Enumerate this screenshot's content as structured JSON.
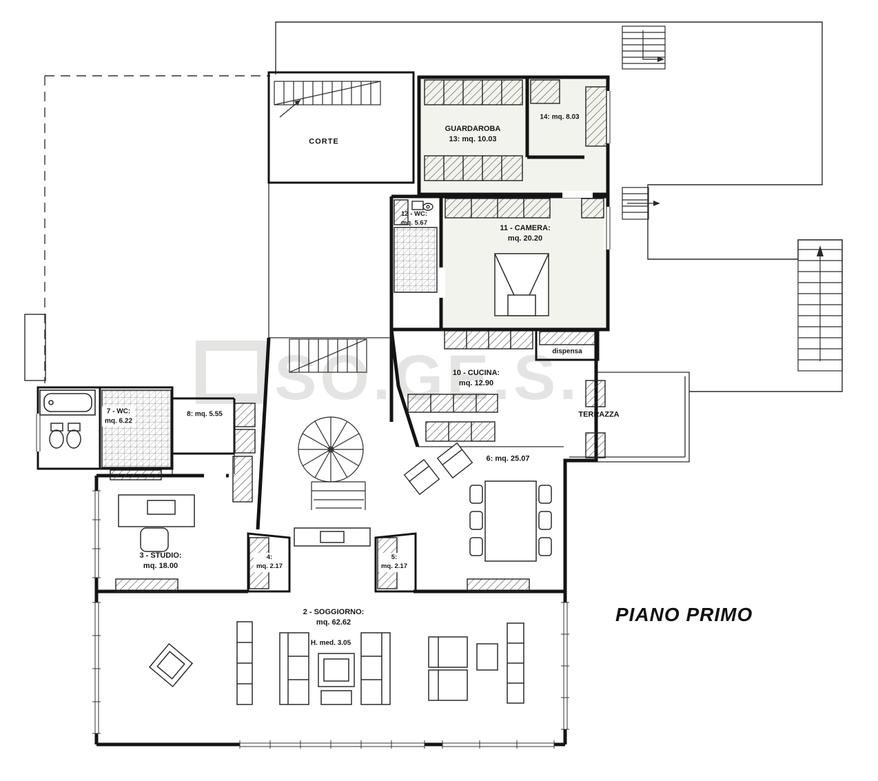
{
  "title": {
    "text": "PIANO PRIMO"
  },
  "watermark": {
    "text": "SO.GE.S."
  },
  "rooms": {
    "corte": {
      "name": "CORTE"
    },
    "guardaroba": {
      "name": "GUARDAROBA",
      "size": "13: mq. 10.03"
    },
    "room14": {
      "size": "14: mq. 8.03"
    },
    "wc12": {
      "name": "12 - WC:",
      "size": "mq. 5.67"
    },
    "camera": {
      "name": "11 - CAMERA:",
      "size": "mq. 20.20"
    },
    "dispensa": {
      "name": "dispensa"
    },
    "cucina": {
      "name": "10 - CUCINA:",
      "size": "mq. 12.90"
    },
    "terrazza": {
      "name": "TERRAZZA"
    },
    "wc7": {
      "name": "7 - WC:",
      "size": "mq. 6.22"
    },
    "room8": {
      "size": "8: mq. 5.55"
    },
    "room6": {
      "size": "6: mq. 25.07"
    },
    "studio": {
      "name": "3 - STUDIO:",
      "size": "mq. 18.00"
    },
    "room4": {
      "num": "4:",
      "size": "mq. 2.17"
    },
    "room5": {
      "num": "5:",
      "size": "mq. 2.17"
    },
    "soggiorno": {
      "name": "2 - SOGGIORNO:",
      "size": "mq. 62.62",
      "height_note": "H. med. 3.05"
    }
  },
  "colors": {
    "wall": "#141414",
    "thin_line": "#2a2a2a",
    "hatch": "#444444",
    "room_shade": "#f3f3ee",
    "watermark": "#d6d6d4",
    "paper": "#ffffff"
  }
}
